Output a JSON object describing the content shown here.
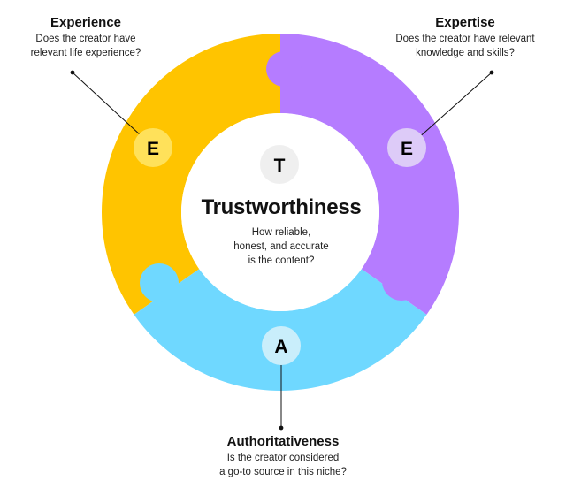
{
  "center": {
    "letter": "T",
    "title": "Trustworthiness",
    "description_lines": [
      "How reliable,",
      "honest, and accurate",
      "is the content?"
    ]
  },
  "experience": {
    "letter": "E",
    "title": "Experience",
    "description_lines": [
      "Does the creator have",
      "relevant life experience?"
    ]
  },
  "expertise": {
    "letter": "E",
    "title": "Expertise",
    "description_lines": [
      "Does the creator have relevant",
      "knowledge and skills?"
    ]
  },
  "authoritativeness": {
    "letter": "A",
    "title": "Authoritativeness",
    "description_lines": [
      "Is the creator considered",
      "a go-to source in this niche?"
    ]
  },
  "colors": {
    "experience": "#FFC400",
    "experience_badge": "#FFE15A",
    "expertise": "#B57CFF",
    "expertise_badge": "#DDCBF8",
    "authoritativeness": "#6FD8FF",
    "authoritativeness_badge": "#C9EEFB",
    "center_badge": "#EFEFEF"
  }
}
